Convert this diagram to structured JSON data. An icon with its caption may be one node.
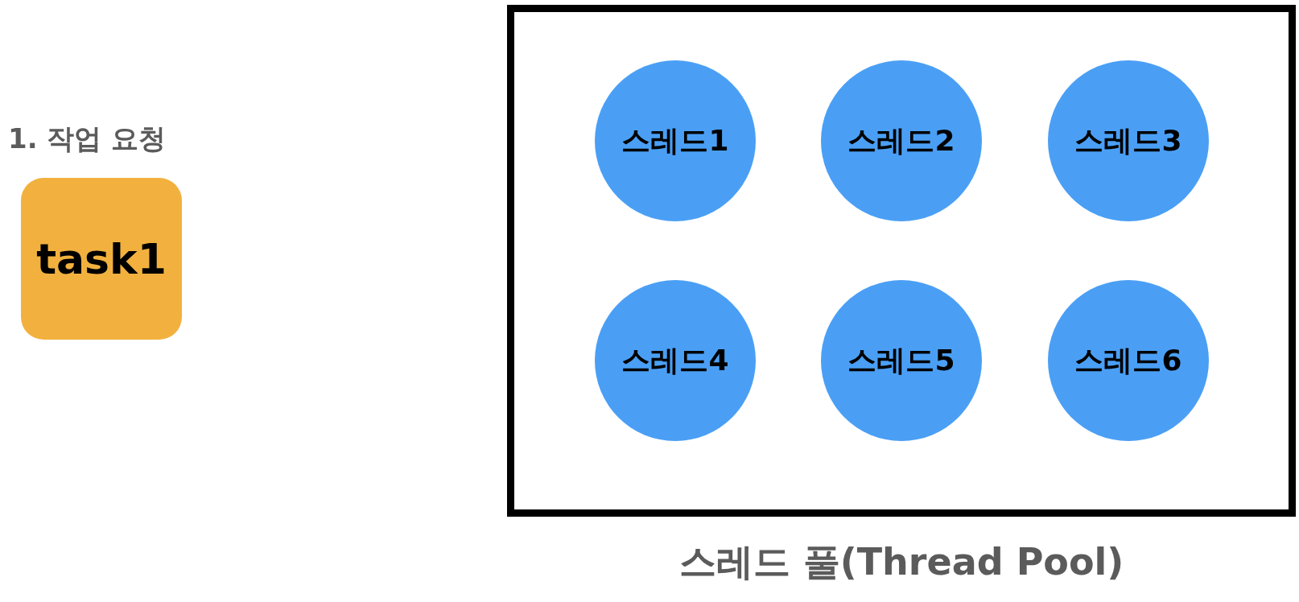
{
  "diagram": {
    "nodes": [
      {
        "text": [
          "스레드 풀(Thread Pool)"
        ]
      },
      {
        "text": [
          "스레드1"
        ],
        "in": 0
      },
      {
        "text": [
          "스레드2"
        ],
        "in": 0
      },
      {
        "text": [
          "스레드3"
        ],
        "in": 0
      },
      {
        "text": [
          "스레드4"
        ],
        "in": 0
      },
      {
        "text": [
          "스레드5"
        ],
        "in": 0
      },
      {
        "text": [
          "스레드6"
        ],
        "in": 0
      },
      {
        "text": [
          "task1"
        ],
        "beside": [
          "1. 작업 요청"
        ]
      }
    ]
  }
}
